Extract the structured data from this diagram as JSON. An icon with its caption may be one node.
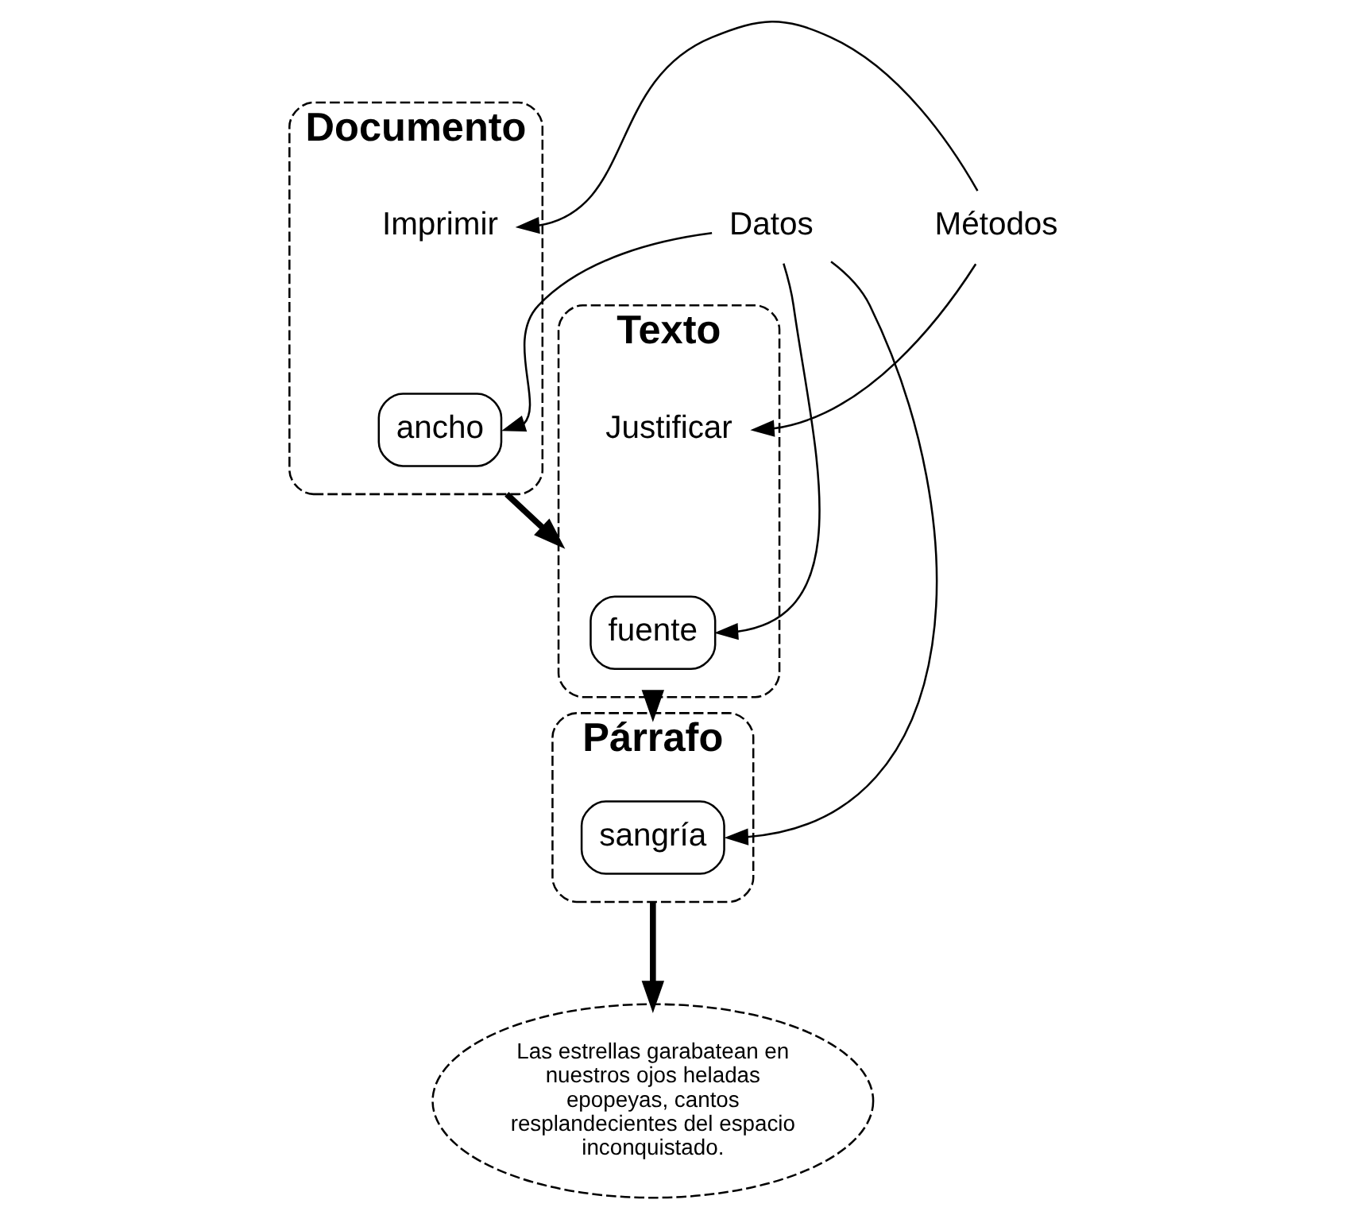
{
  "diagram": {
    "nodes": [
      {
        "text": [
          "Documento"
        ]
      },
      {
        "text": [
          "Imprimir"
        ],
        "in": 0
      },
      {
        "text": [
          "ancho"
        ],
        "in": 0
      },
      {
        "text": [
          "Texto"
        ]
      },
      {
        "text": [
          "Justificar"
        ],
        "in": 3
      },
      {
        "text": [
          "fuente"
        ],
        "in": 3
      },
      {
        "text": [
          "Párrafo"
        ]
      },
      {
        "text": [
          "sangría"
        ],
        "in": 6
      },
      {
        "text": [
          "Métodos"
        ]
      },
      {
        "text": [
          "Datos"
        ]
      },
      {
        "text": [
          "Las estrellas garabatean en nuestros ojos heladas epopeyas, cantos resplandecientes del espacio inconquistado."
        ]
      }
    ],
    "edges": [
      {
        "from": 0,
        "to": 3,
        "arrow": "to",
        "style": "thick"
      },
      {
        "from": 3,
        "to": 6,
        "arrow": "to",
        "style": "thick"
      },
      {
        "from": 6,
        "to": 10,
        "arrow": "to",
        "style": "thick"
      },
      {
        "from": 8,
        "to": 1,
        "arrow": "to"
      },
      {
        "from": 8,
        "to": 4,
        "arrow": "to"
      },
      {
        "from": 9,
        "to": 2,
        "arrow": "to"
      },
      {
        "from": 9,
        "to": 5,
        "arrow": "to"
      },
      {
        "from": 9,
        "to": 7,
        "arrow": "to"
      }
    ]
  }
}
